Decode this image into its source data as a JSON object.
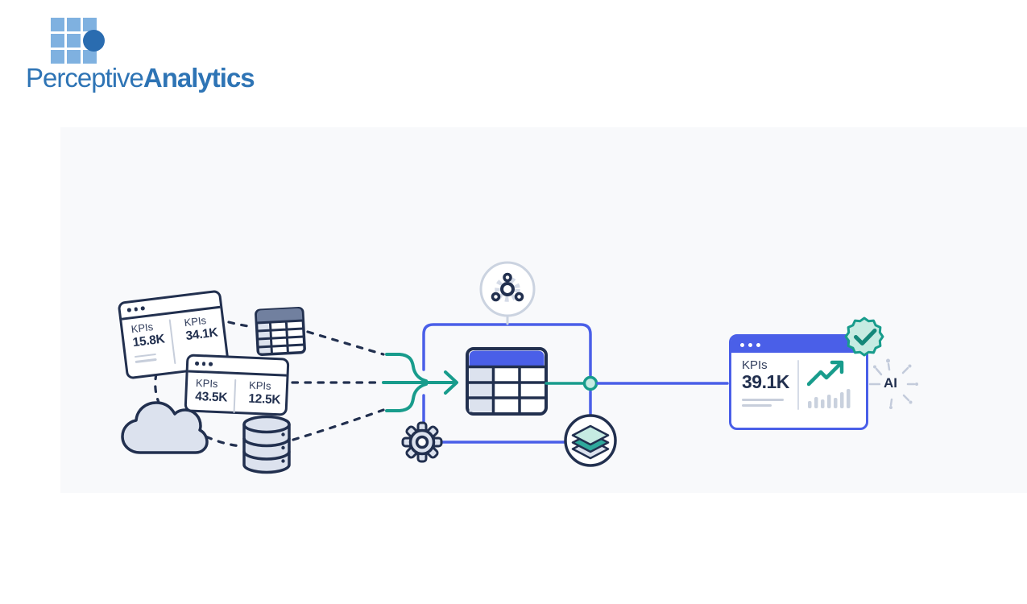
{
  "brand": {
    "name_regular": "Perceptive",
    "name_bold": "Analytics"
  },
  "sources": {
    "window1": {
      "left": {
        "label": "KPIs",
        "value": "15.8K"
      },
      "right": {
        "label": "KPIs",
        "value": "34.1K"
      }
    },
    "window2": {
      "left": {
        "label": "KPIs",
        "value": "43.5K"
      },
      "right": {
        "label": "KPIs",
        "value": "12.5K"
      }
    }
  },
  "output": {
    "dashboard": {
      "kpi_label": "KPIs",
      "kpi_value": "39.1K"
    },
    "ai_label": "AI"
  },
  "icons": {
    "logo_mark": "grid-of-squares-with-dot",
    "spreadsheet": "table-grid",
    "cloud": "cloud",
    "database": "database-cylinder",
    "merge": "three-into-one-merge-arrow",
    "automation": "gear-with-network-nodes-in-circle",
    "staging_table": "data-table-blue-header",
    "gear": "settings-cog",
    "layers": "stacked-layers-in-circle",
    "badge": "verified-check-seal",
    "chart": "trend-up-arrow-over-bars",
    "ai": "ai-spark"
  },
  "colors": {
    "navy": "#22304F",
    "blue": "#4A5FE8",
    "teal": "#189C8C",
    "teal_light": "#C6EBE2",
    "slate_light": "#DCE2EE",
    "gray_line": "#C7CEDB",
    "logo_square": "#7FB1E0",
    "logo_circle": "#2A6CB0",
    "logo_text": "#2E74B5"
  }
}
